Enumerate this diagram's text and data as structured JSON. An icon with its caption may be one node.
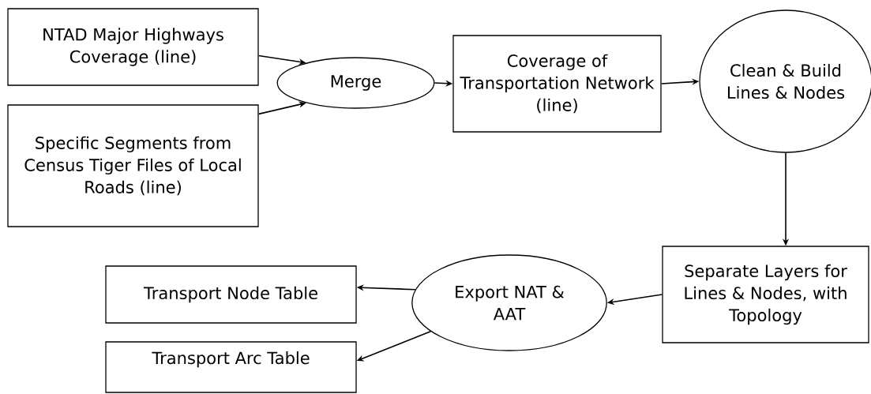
{
  "diagram": {
    "nodes": [
      {
        "text": [
          "NTAD Major Highways Coverage (line)"
        ]
      },
      {
        "text": [
          "Specific Segments from Census Tiger Files of Local Roads (line)"
        ]
      },
      {
        "text": [
          "Merge"
        ]
      },
      {
        "text": [
          "Coverage of Transportation Network (line)"
        ]
      },
      {
        "text": [
          "Clean & Build Lines & Nodes"
        ]
      },
      {
        "text": [
          "Separate Layers for Lines & Nodes, with Topology"
        ]
      },
      {
        "text": [
          "Export NAT & AAT"
        ]
      },
      {
        "text": [
          "Transport Node Table"
        ]
      },
      {
        "text": [
          "Transport Arc Table"
        ]
      }
    ],
    "edges": [
      {
        "from": 0,
        "to": 2,
        "arrow": "to"
      },
      {
        "from": 1,
        "to": 2,
        "arrow": "to"
      },
      {
        "from": 2,
        "to": 3,
        "arrow": "to"
      },
      {
        "from": 3,
        "to": 4,
        "arrow": "to"
      },
      {
        "from": 4,
        "to": 5,
        "arrow": "to"
      },
      {
        "from": 5,
        "to": 6,
        "arrow": "to"
      },
      {
        "from": 6,
        "to": 7,
        "arrow": "to"
      },
      {
        "from": 6,
        "to": 8,
        "arrow": "to"
      }
    ]
  }
}
